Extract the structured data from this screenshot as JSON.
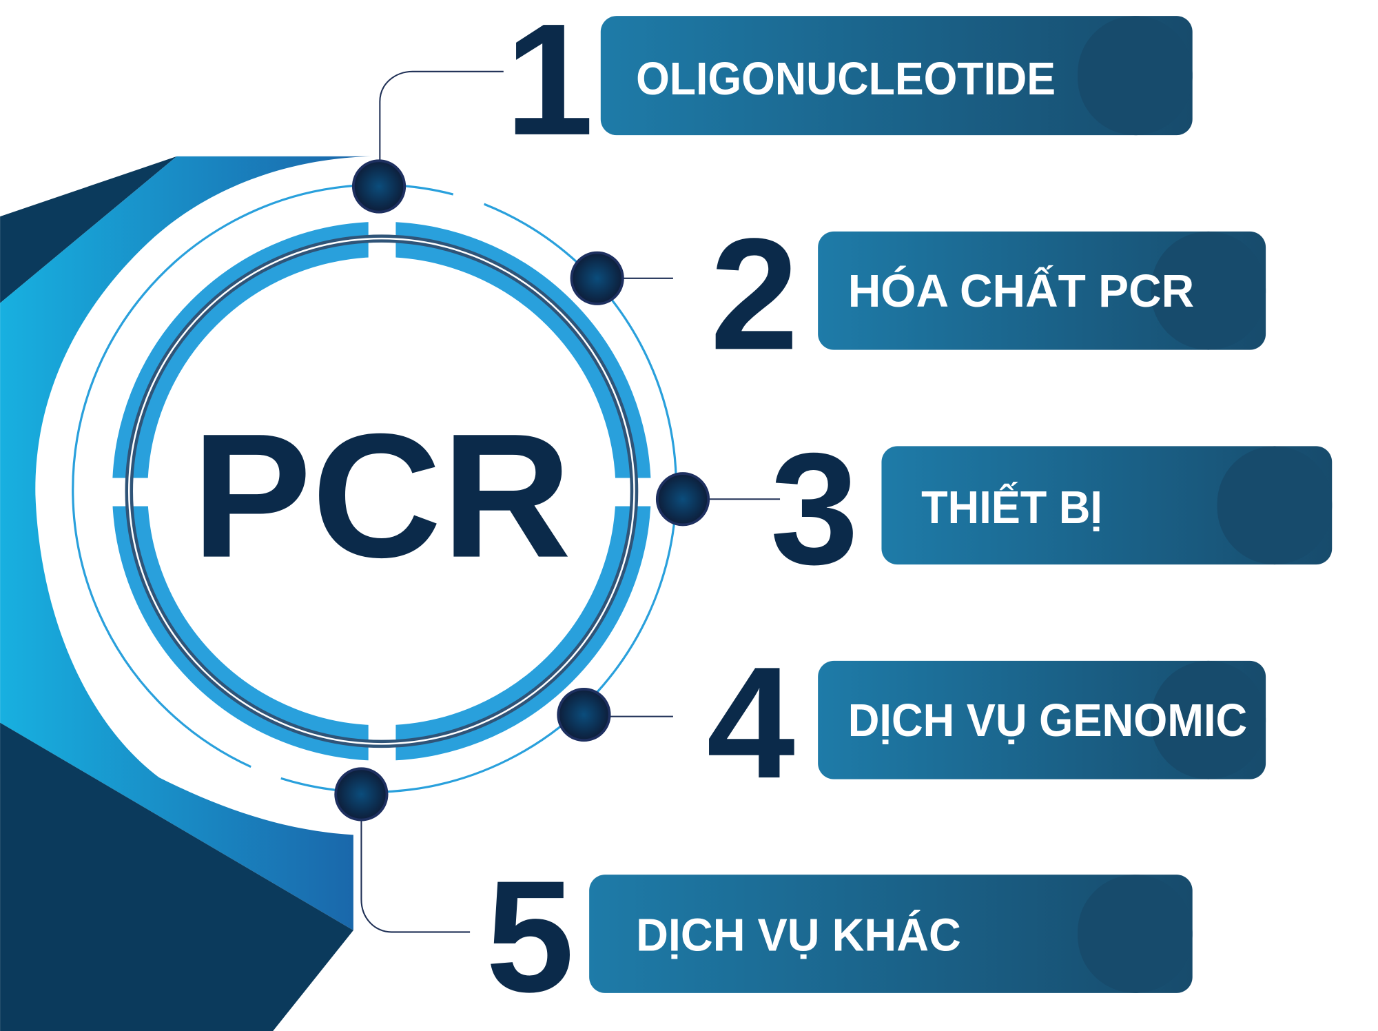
{
  "center": {
    "title": "PCR"
  },
  "items": [
    {
      "number": "1",
      "label": "OLIGONUCLEOTIDE"
    },
    {
      "number": "2",
      "label": "HÓA CHẤT PCR"
    },
    {
      "number": "3",
      "label": "THIẾT BỊ"
    },
    {
      "number": "4",
      "label": "DỊCH VỤ GENOMIC"
    },
    {
      "number": "5",
      "label": "DỊCH VỤ KHÁC"
    }
  ],
  "colors": {
    "navy": "#0b2a4a",
    "dark_blue": "#0b3a5c",
    "cyan": "#1ab0e0",
    "ring_blue": "#29a0dc",
    "pill_start": "#1e7ba8",
    "pill_end": "#174b6c"
  }
}
